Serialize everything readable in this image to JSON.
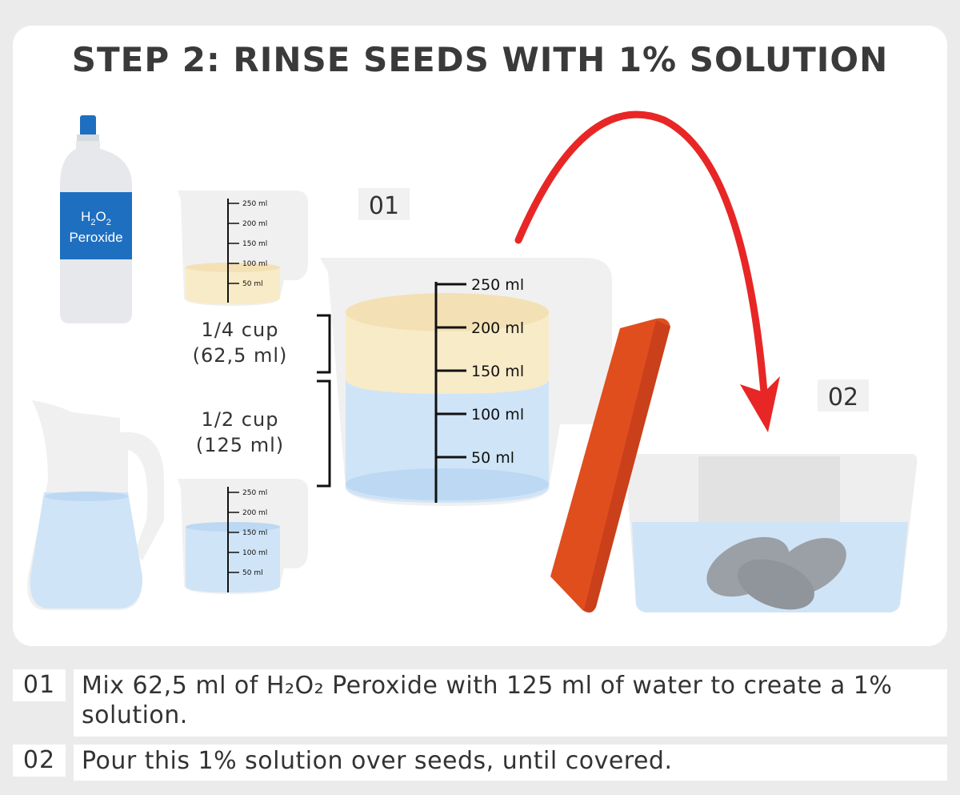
{
  "title": "STEP 2: RINSE SEEDS WITH 1% SOLUTION",
  "bottle": {
    "line1": "H",
    "sub1": "2",
    "mid": "O",
    "sub2": "2",
    "line2": "Peroxide"
  },
  "small_cup_top": {
    "marks": [
      "250 ml",
      "200 ml",
      "150 ml",
      "100 ml",
      "50 ml"
    ]
  },
  "small_cup_bottom": {
    "marks": [
      "250 ml",
      "200 ml",
      "150 ml",
      "100 ml",
      "50 ml"
    ]
  },
  "big_cup": {
    "marks": [
      "250 ml",
      "200 ml",
      "150 ml",
      "100 ml",
      "50 ml"
    ]
  },
  "labels": {
    "quarter_cup": "1/4 cup",
    "quarter_ml": "(62,5 ml)",
    "half_cup": "1/2 cup",
    "half_ml": "(125 ml)",
    "num_01": "01",
    "num_02": "02"
  },
  "steps": [
    {
      "num": "01",
      "text": "Mix 62,5 ml of H₂O₂ Peroxide with 125 ml of water to create a 1% solution."
    },
    {
      "num": "02",
      "text": "Pour this 1% solution over seeds, until covered."
    }
  ],
  "colors": {
    "peroxide": "#f8ebc8",
    "water": "#cfe4f7",
    "arrow": "#e82626",
    "lid": "#e04e1e",
    "bottle_cap": "#1f6fc0",
    "bottle_label": "#1f6fc0"
  }
}
